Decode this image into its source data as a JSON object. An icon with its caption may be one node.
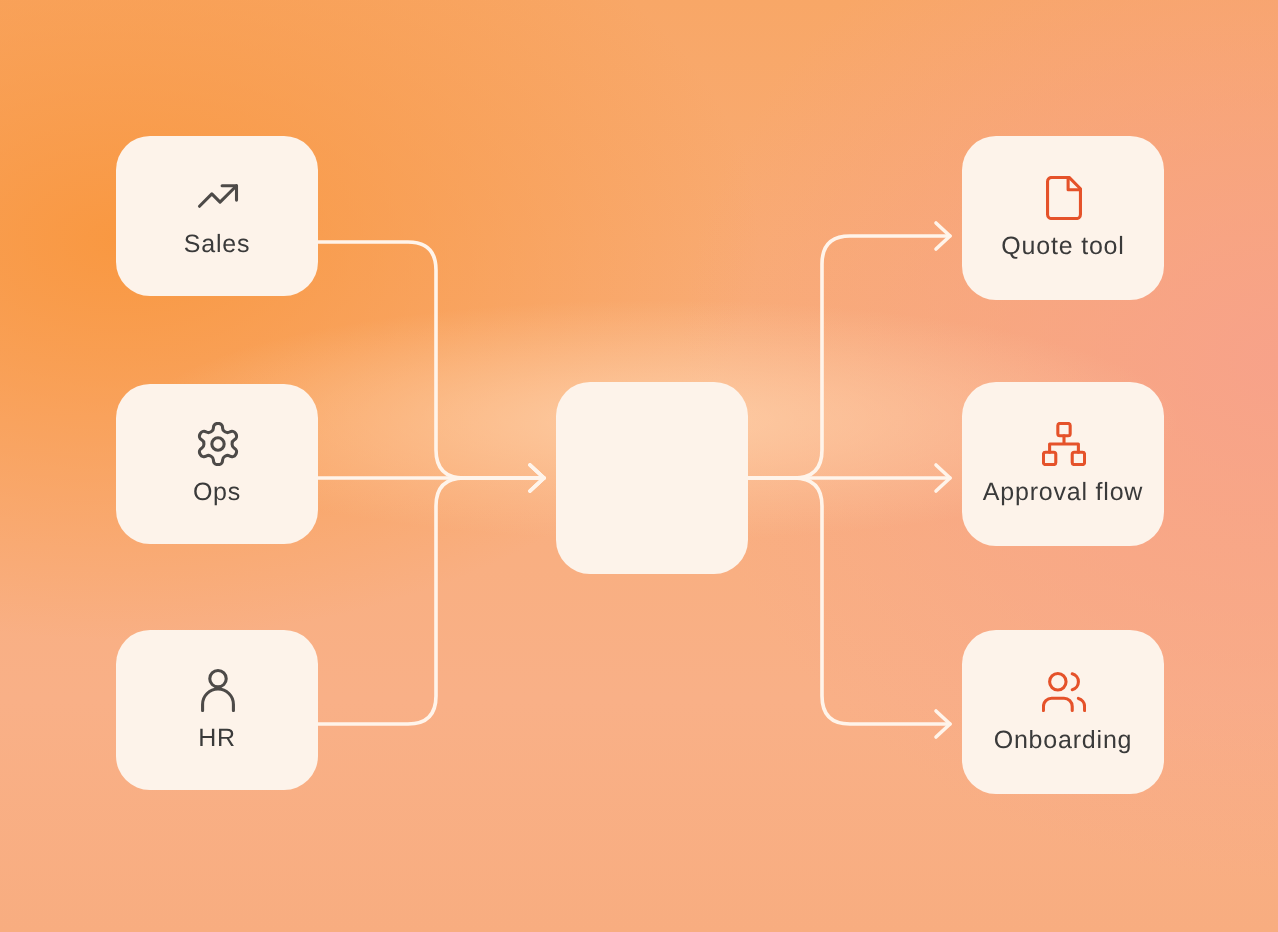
{
  "diagram": {
    "nodes": [
      {
        "text": [
          "Sales"
        ]
      },
      {
        "text": [
          "Ops"
        ]
      },
      {
        "text": [
          "HR"
        ]
      },
      {
        "text": [],
        "shape": "box"
      },
      {
        "text": [
          "Quote tool"
        ]
      },
      {
        "text": [
          "Approval flow"
        ]
      },
      {
        "text": [
          "Onboarding"
        ]
      }
    ],
    "edges": [
      {
        "from": 0,
        "to": 3,
        "arrow": "to"
      },
      {
        "from": 1,
        "to": 3,
        "arrow": "to"
      },
      {
        "from": 2,
        "to": 3,
        "arrow": "to"
      },
      {
        "from": 3,
        "to": 4,
        "arrow": "to"
      },
      {
        "from": 3,
        "to": 5,
        "arrow": "to"
      },
      {
        "from": 3,
        "to": 6,
        "arrow": "to"
      }
    ]
  }
}
